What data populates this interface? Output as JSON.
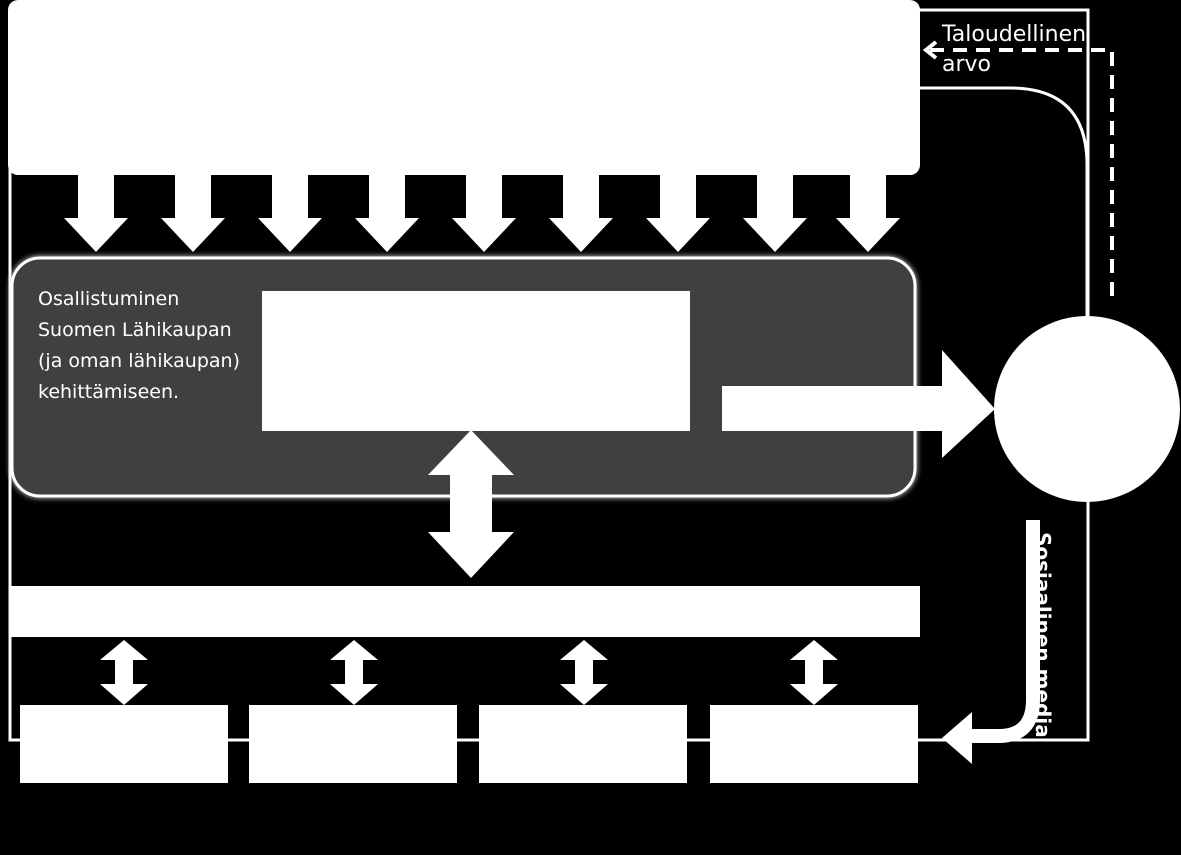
{
  "colors": {
    "background": "#000000",
    "shape": "#ffffff",
    "participation_box": "#404040"
  },
  "labels": {
    "participation": [
      "Osallistuminen",
      "Suomen Lähikaupan",
      "(ja oman lähikaupan)",
      "kehittämiseen."
    ],
    "economic_value": [
      "Taloudellinen",
      "arvo"
    ],
    "social_media": "Sosiaalinen media"
  }
}
